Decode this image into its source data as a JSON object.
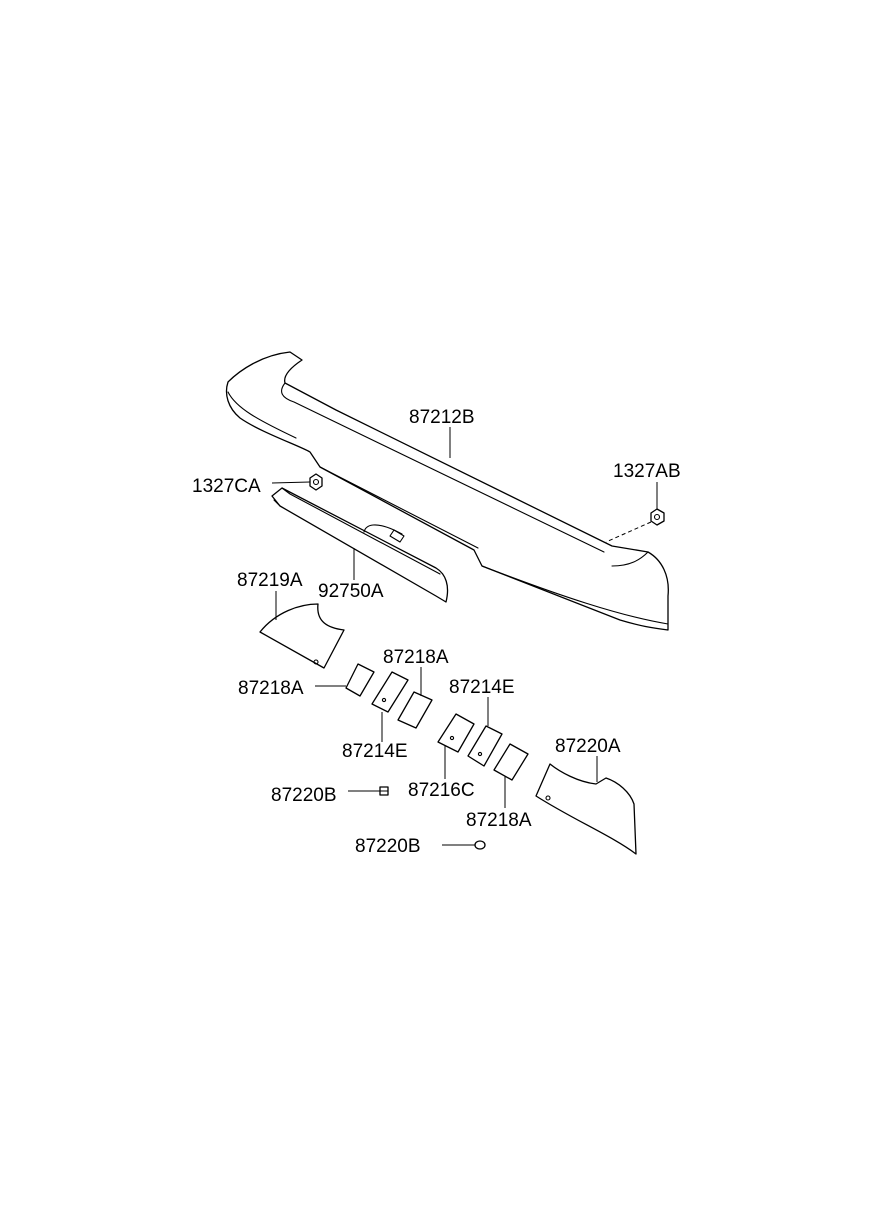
{
  "labels": {
    "spoiler": "87212B",
    "nut_left": "1327CA",
    "nut_right": "1327AB",
    "stop_lamp": "92750A",
    "pad_left": "87219A",
    "tape_a1": "87218A",
    "tape_a2": "87218A",
    "tape_e1": "87214E",
    "tape_e2": "87214E",
    "tape_c": "87216C",
    "tape_a3": "87218A",
    "pad_right": "87220A",
    "clip_1": "87220B",
    "clip_2": "87220B"
  },
  "colors": {
    "line": "#000000",
    "background": "#ffffff"
  }
}
